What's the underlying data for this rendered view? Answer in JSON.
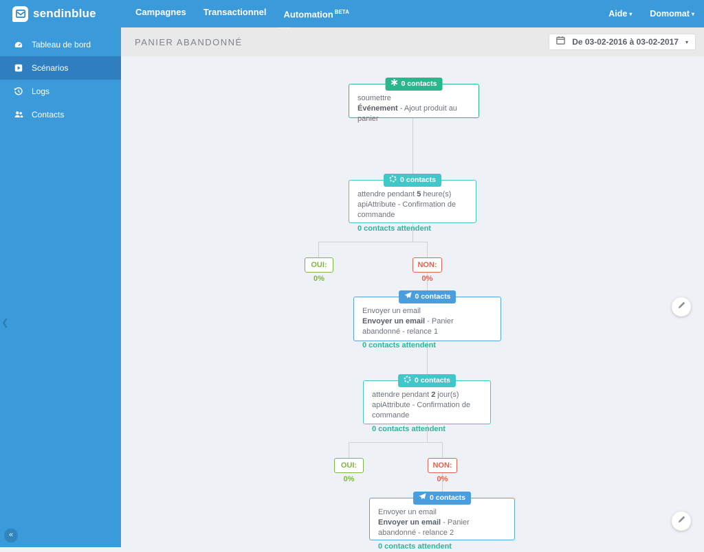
{
  "navbar": {
    "brand": "sendinblue",
    "tabs": [
      {
        "label": "Campagnes"
      },
      {
        "label": "Transactionnel"
      },
      {
        "label": "Automation",
        "badge": "BETA"
      }
    ],
    "help": "Aide",
    "account": "Domomat",
    "caret": "▾"
  },
  "sidebar": {
    "items": [
      {
        "label": "Tableau de bord",
        "icon": "gauge-icon"
      },
      {
        "label": "Scénarios",
        "icon": "play-square-icon"
      },
      {
        "label": "Logs",
        "icon": "history-icon"
      },
      {
        "label": "Contacts",
        "icon": "users-icon"
      }
    ],
    "collapse_glyph": "«",
    "handle_glyph": "❮"
  },
  "header": {
    "title": "PANIER ABANDONNÉ",
    "date_range": "De 03-02-2016 à 03-02-2017",
    "dropdown_caret": "▾"
  },
  "workflow": {
    "n1": {
      "badge": "0 contacts",
      "l1": "soumettre",
      "l2b": "Événement",
      "l2r": " - Ajout produit au panier"
    },
    "n2": {
      "badge": "0 contacts",
      "l1a": "attendre pendant ",
      "l1b": "5",
      "l1c": " heure(s)",
      "l2": "apiAttribute - Confirmation de commande",
      "link": "0 contacts attendent"
    },
    "branch1": {
      "yes": "OUI: 0%",
      "no": "NON: 0%"
    },
    "n3": {
      "badge": "0 contacts",
      "l1": "Envoyer un email",
      "l2b": "Envoyer un email",
      "l2r": " - Panier abandonné - relance 1",
      "link": "0 contacts attendent"
    },
    "n4": {
      "badge": "0 contacts",
      "l1a": "attendre pendant ",
      "l1b": "2",
      "l1c": " jour(s)",
      "l2": "apiAttribute - Confirmation de commande",
      "link": "0 contacts attendent"
    },
    "branch2": {
      "yes": "OUI: 0%",
      "no": "NON: 0%"
    },
    "n5": {
      "badge": "0 contacts",
      "l1": "Envoyer un email",
      "l2b": "Envoyer un email",
      "l2r": " - Panier abandonné - relance 2",
      "link": "0 contacts attendent"
    }
  },
  "colors": {
    "navbar_blue": "#3b9ad9",
    "sidebar_active_blue": "#2f7fc0",
    "entry_green": "#2cb68c",
    "wait_teal": "#41c6c9",
    "email_blue": "#4a9edd",
    "yes_green": "#7cb740",
    "no_red": "#e8604c",
    "link_teal": "#2db59b",
    "connector_gray": "#cdd1d6"
  }
}
